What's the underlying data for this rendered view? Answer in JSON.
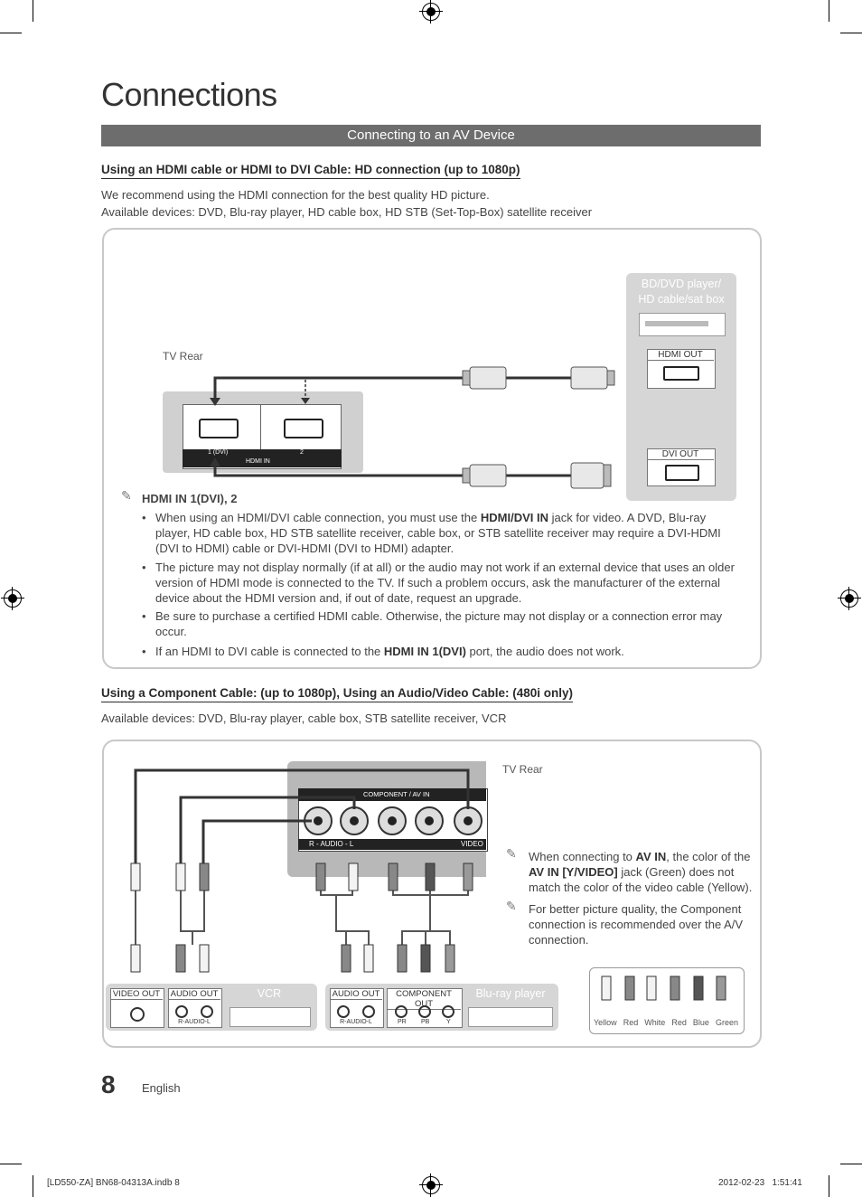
{
  "page": {
    "title": "Connections",
    "section_bar": "Connecting to an AV Device",
    "page_number": "8",
    "language": "English",
    "footer_left": "[LD550-ZA] BN68-04313A.indb   8",
    "footer_right": "2012-02-23     1:51:41"
  },
  "hdmi": {
    "heading": "Using an HDMI cable or HDMI to DVI Cable: HD connection (up to 1080p)",
    "intro_1": "We recommend using the HDMI connection for the best quality HD picture.",
    "intro_2": "Available devices: DVD, Blu-ray player, HD cable box, HD STB (Set-Top-Box) satellite receiver",
    "tv_rear": "TV Rear",
    "device_line1": "BD/DVD player/",
    "device_line2": "HD cable/sat box",
    "hdmi_out": "HDMI OUT",
    "dvi_out": "DVI OUT",
    "port1": "1 (DVI)",
    "port2": "2",
    "hdmi_in": "HDMI IN",
    "note_title": "HDMI IN 1(DVI), 2",
    "b1_pre": "When using an HDMI/DVI cable connection, you must use the ",
    "b1_bold": "HDMI/DVI IN",
    "b1_post": " jack for video. A DVD, Blu-ray player, HD cable box, HD STB satellite receiver, cable box, or STB satellite receiver may require a DVI-HDMI (DVI to HDMI) cable or DVI-HDMI (DVI to HDMI) adapter.",
    "b2": "The picture may not display normally (if at all) or the audio may not work if an external device that uses an older version of HDMI mode is connected to the TV. If such a problem occurs, ask the manufacturer of the external device about the HDMI version and, if out of date, request an upgrade.",
    "b3": "Be sure to purchase a certified HDMI cable. Otherwise, the picture may not display or a connection error may occur.",
    "b4_pre": "If an HDMI to DVI cable is connected to the ",
    "b4_bold": "HDMI IN 1(DVI)",
    "b4_post": " port, the audio does not work."
  },
  "component": {
    "heading": "Using a Component Cable: (up to 1080p), Using an Audio/Video Cable: (480i only)",
    "intro": "Available devices: DVD, Blu-ray player, cable box, STB satellite receiver, VCR",
    "tv_rear": "TV Rear",
    "panel_label": "COMPONENT / AV IN",
    "r_audio_l": "R - AUDIO - L",
    "video_tag": "VIDEO",
    "note1_pre": "When connecting to ",
    "note1_b1": "AV IN",
    "note1_mid": ", the color of the ",
    "note1_b2": "AV IN [Y/VIDEO]",
    "note1_post": " jack (Green) does not match the color of the video cable (Yellow).",
    "note2": "For better picture quality, the Component connection is recommended over the A/V connection.",
    "vcr_label": "VCR",
    "video_out": "VIDEO OUT",
    "audio_out": "AUDIO OUT",
    "r_audio_l_small": "R-AUDIO-L",
    "bluray_label": "Blu-ray player",
    "component_out": "COMPONENT OUT",
    "pr": "PR",
    "pb": "PB",
    "y": "Y",
    "legend": [
      "Yellow",
      "Red",
      "White",
      "Red",
      "Blue",
      "Green"
    ]
  },
  "colors": {
    "section_bar": "#6d6d6d",
    "panel_border": "#c8c8c8",
    "device_bg": "#d6d6d6"
  }
}
